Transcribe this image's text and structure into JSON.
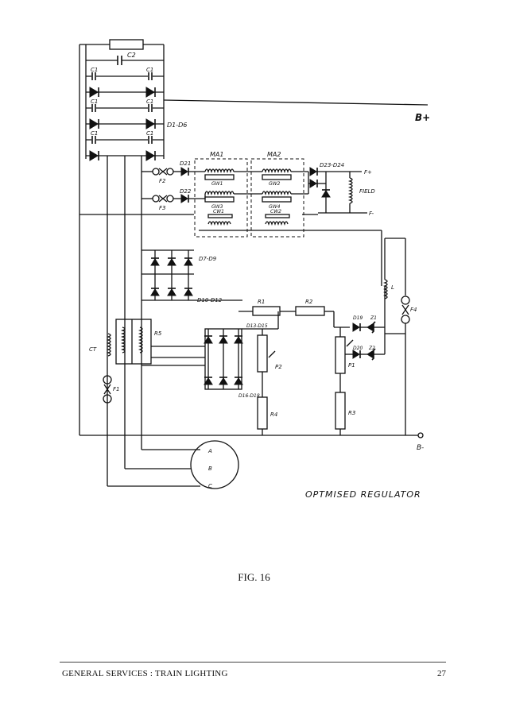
{
  "diagram": {
    "labels": {
      "c2": "C2",
      "c1_left_top": "C1",
      "c1_right_top": "C1",
      "c1_left_2": "C1",
      "c1_right_2": "C1",
      "c1_left_3": "C1",
      "c1_right_3": "C1",
      "d1_d6": "D1-D6",
      "b_plus": "B+",
      "ma1": "MA1",
      "ma2": "MA2",
      "d21": "D21",
      "d22": "D22",
      "f2": "F2",
      "f3": "F3",
      "gw1": "GW1",
      "gw2": "GW2",
      "gw3": "GW3",
      "gw4": "GW4",
      "cw1": "CW1",
      "cw2": "CW2",
      "d23_d24": "D23-D24",
      "f_plus": "F+",
      "field": "FIELD",
      "f_minus": "F-",
      "d7_d9": "D7-D9",
      "d10_d12": "D10-D12",
      "r1": "R1",
      "r2": "R2",
      "l": "L",
      "f4": "F4",
      "d19": "D19",
      "z1": "Z1",
      "d20": "D20",
      "z2": "Z2",
      "r5": "R5",
      "d13_d15": "D13-D15",
      "p2": "P2",
      "p1": "P1",
      "ct": "CT",
      "f1": "F1",
      "d16_d18": "D16-D18",
      "r4": "R4",
      "r3": "R3",
      "b_minus": "B-",
      "phase_a": "A",
      "phase_b": "B",
      "phase_c": "C",
      "title": "OPTMISED REGULATOR"
    }
  },
  "caption": "FIG. 16",
  "footer": {
    "left": "GENERAL SERVICES : TRAIN LIGHTING",
    "page": "27"
  }
}
